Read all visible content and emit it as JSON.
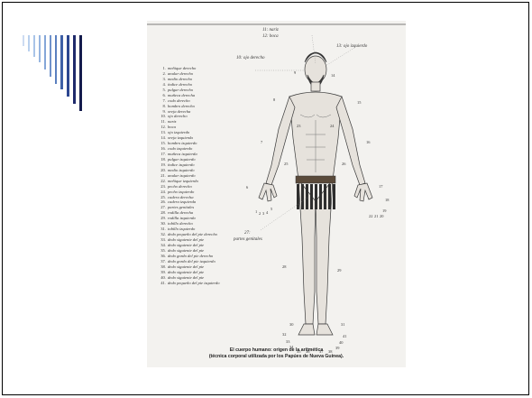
{
  "figure": {
    "labels": {
      "top_nose": "11: nariz",
      "top_mouth": "12: boca",
      "right_eye": "10: ojo derecho",
      "left_eye": "13: ojo izquierdo",
      "genitals_number": "27:",
      "genitals": "partes genitales"
    },
    "legend": [
      {
        "n": "1.",
        "t": "meñique derecho"
      },
      {
        "n": "2.",
        "t": "anular derecho"
      },
      {
        "n": "3.",
        "t": "medio derecho"
      },
      {
        "n": "4.",
        "t": "índice derecho"
      },
      {
        "n": "5.",
        "t": "pulgar derecho"
      },
      {
        "n": "6.",
        "t": "muñeca derecha"
      },
      {
        "n": "7.",
        "t": "codo derecho"
      },
      {
        "n": "8.",
        "t": "hombro derecho"
      },
      {
        "n": "9.",
        "t": "oreja derecha"
      },
      {
        "n": "10.",
        "t": "ojo derecho"
      },
      {
        "n": "11.",
        "t": "nariz"
      },
      {
        "n": "12.",
        "t": "boca"
      },
      {
        "n": "13.",
        "t": "ojo izquierdo"
      },
      {
        "n": "14.",
        "t": "oreja izquierda"
      },
      {
        "n": "15.",
        "t": "hombro izquierdo"
      },
      {
        "n": "16.",
        "t": "codo izquierdo"
      },
      {
        "n": "17.",
        "t": "muñeca izquierda"
      },
      {
        "n": "18.",
        "t": "pulgar izquierdo"
      },
      {
        "n": "19.",
        "t": "índice izquierdo"
      },
      {
        "n": "20.",
        "t": "medio izquierdo"
      },
      {
        "n": "21.",
        "t": "anular izquierdo"
      },
      {
        "n": "22.",
        "t": "meñique izquierdo"
      },
      {
        "n": "23.",
        "t": "pecho derecho"
      },
      {
        "n": "24.",
        "t": "pecho izquierdo"
      },
      {
        "n": "25.",
        "t": "cadera derecha"
      },
      {
        "n": "26.",
        "t": "cadera izquierda"
      },
      {
        "n": "27.",
        "t": "partes genitales"
      },
      {
        "n": "28.",
        "t": "rodilla derecha"
      },
      {
        "n": "29.",
        "t": "rodilla izquierda"
      },
      {
        "n": "30.",
        "t": "tobillo derecho"
      },
      {
        "n": "31.",
        "t": "tobillo izquierdo"
      },
      {
        "n": "32.",
        "t": "dedo pequeño del pie derecho"
      },
      {
        "n": "33.",
        "t": "dedo siguiente del pie"
      },
      {
        "n": "34.",
        "t": "dedo siguiente del pie"
      },
      {
        "n": "35.",
        "t": "dedo siguiente del pie"
      },
      {
        "n": "36.",
        "t": "dedo gordo del pie derecho"
      },
      {
        "n": "37.",
        "t": "dedo gordo del pie izquierdo"
      },
      {
        "n": "38.",
        "t": "dedo siguiente del pie"
      },
      {
        "n": "39.",
        "t": "dedo siguiente del pie"
      },
      {
        "n": "40.",
        "t": "dedo siguiente del pie"
      },
      {
        "n": "41.",
        "t": "dedo pequeño del pie izquierdo"
      }
    ],
    "markers": [
      "1",
      "2",
      "3",
      "4",
      "5",
      "6",
      "7",
      "8",
      "9",
      "14",
      "15",
      "16",
      "17",
      "18",
      "19",
      "20",
      "21",
      "22",
      "23",
      "24",
      "25",
      "26",
      "28",
      "29",
      "30",
      "31",
      "32",
      "33",
      "34",
      "35",
      "36",
      "37",
      "38",
      "39",
      "40",
      "41"
    ],
    "caption_line1": "El cuerpo humano: origen de la aritmética",
    "caption_line2": "(técnica corporal utilizada por los Papúes de Nueva Guinea)."
  },
  "colors": {
    "accent_dark": "#1f2a6b",
    "accent_light": "#a9c4e8",
    "ink": "#333333"
  }
}
